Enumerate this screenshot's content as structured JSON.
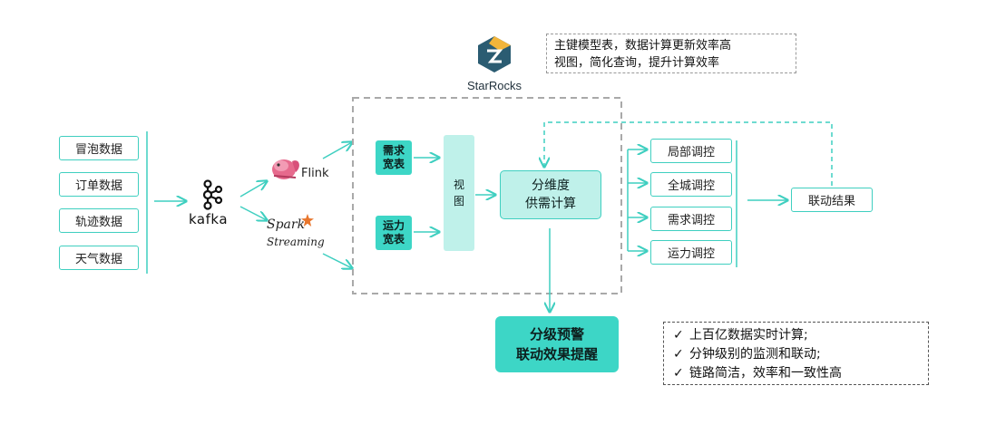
{
  "sources": [
    "冒泡数据",
    "订单数据",
    "轨迹数据",
    "天气数据"
  ],
  "engines": {
    "kafka": "kafka",
    "flink": "Flink",
    "spark_top": "Spark",
    "spark_bottom": "Streaming"
  },
  "starrocks": {
    "label": "StarRocks",
    "note_line1": "主键模型表，数据计算更新效率高",
    "note_line2": "视图，简化查询，提升计算效率"
  },
  "tables": {
    "demand": [
      "需求",
      "宽表"
    ],
    "capacity": [
      "运力",
      "宽表"
    ],
    "view": [
      "视",
      "图"
    ],
    "calc": [
      "分维度",
      "供需计算"
    ]
  },
  "controls": [
    "局部调控",
    "全城调控",
    "需求调控",
    "运力调控"
  ],
  "result": "联动结果",
  "alert": [
    "分级预警",
    "联动效果提醒"
  ],
  "benefits": [
    "上百亿数据实时计算;",
    "分钟级别的监测和联动;",
    "链路简洁，效率和一致性高"
  ],
  "icons": {
    "check": "check-icon",
    "kafka": "kafka-logo-icon",
    "flink": "flink-squirrel-icon",
    "spark": "spark-star-icon",
    "starrocks": "starrocks-logo-icon"
  },
  "colors": {
    "accent": "#3dd6c6",
    "accent_light": "#bff1ea",
    "line": "#3fcfc0",
    "dashed_box": "#a9a9a9"
  }
}
